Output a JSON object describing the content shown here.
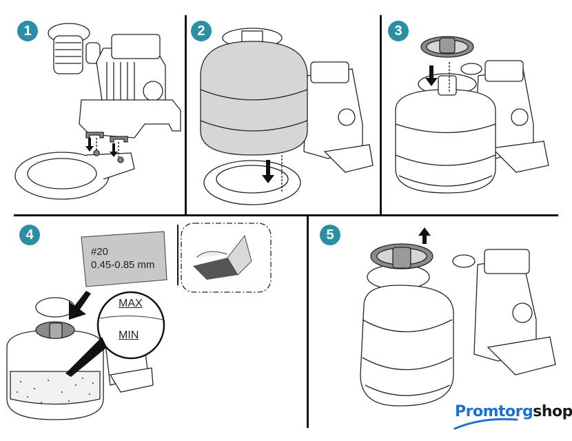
{
  "colors": {
    "badge": "#2a8fa3",
    "line": "#111111",
    "tank_fill": "#d6d6d6",
    "gasket": "#8a8a8a",
    "bag": "#c8c8c8",
    "logo_blue": "#1f6fd1",
    "logo_dark": "#1a1a1a"
  },
  "steps": [
    {
      "number": "1"
    },
    {
      "number": "2"
    },
    {
      "number": "3"
    },
    {
      "number": "4"
    },
    {
      "number": "5"
    }
  ],
  "sand_bag": {
    "grade": "#20",
    "size": "0.45-0.85 mm"
  },
  "levels": {
    "max": "MAX",
    "min": "MIN"
  },
  "logo": {
    "part1": "Promtorg",
    "part2": "shop"
  }
}
